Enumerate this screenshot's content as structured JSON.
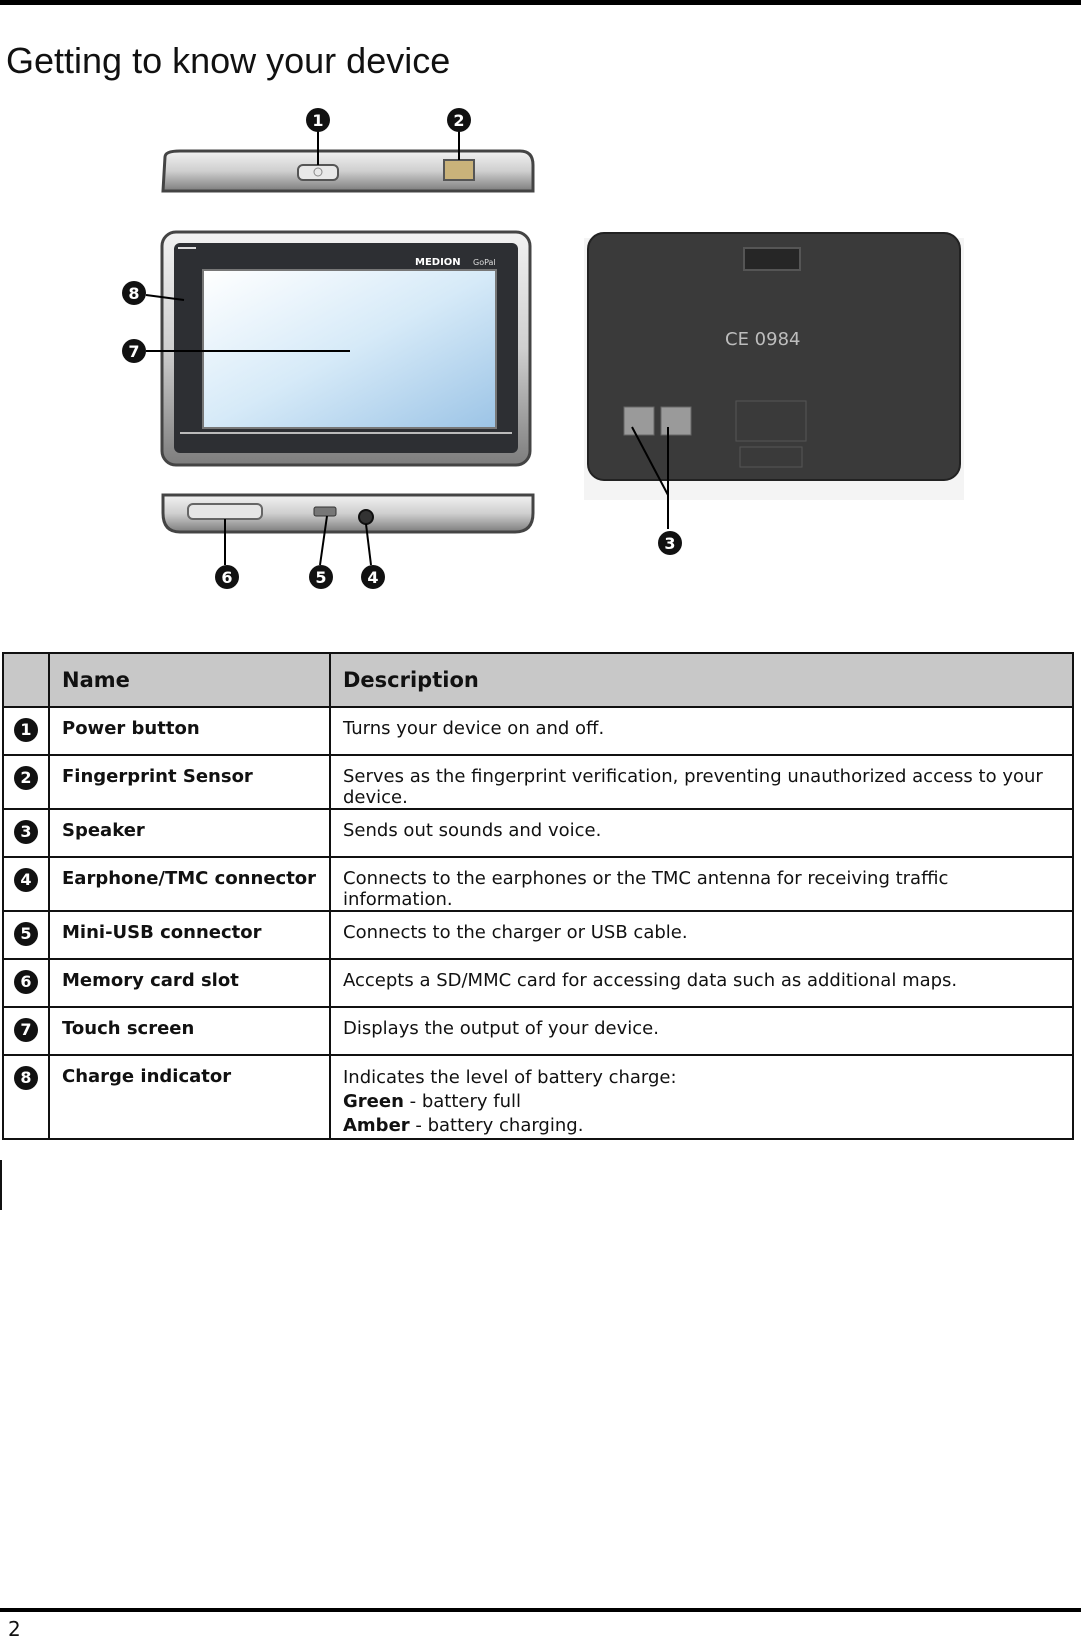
{
  "page": {
    "title": "Getting to know your device",
    "page_number": "2"
  },
  "figure": {
    "front_logo": "MEDION",
    "front_logo_sub": "GoPal",
    "back_certification": "CE 0984",
    "callouts": [
      "1",
      "2",
      "3",
      "4",
      "5",
      "6",
      "7",
      "8"
    ]
  },
  "table": {
    "headers": {
      "name": "Name",
      "description": "Description"
    },
    "rows": [
      {
        "num": "1",
        "name": "Power button",
        "description": "Turns your device on and off."
      },
      {
        "num": "2",
        "name": "Fingerprint Sensor",
        "description": "Serves as the fingerprint verification, preventing unauthorized access to your device."
      },
      {
        "num": "3",
        "name": "Speaker",
        "description": "Sends out sounds and voice."
      },
      {
        "num": "4",
        "name": "Earphone/TMC connector",
        "description": "Connects to the earphones or the TMC antenna for receiving traffic information."
      },
      {
        "num": "5",
        "name": "Mini-USB connector",
        "description": "Connects to the charger or USB cable."
      },
      {
        "num": "6",
        "name": "Memory card slot",
        "description": "Accepts a SD/MMC card for accessing data such as additional maps."
      },
      {
        "num": "7",
        "name": "Touch screen",
        "description": "Displays the output of your device."
      },
      {
        "num": "8",
        "name": "Charge indicator",
        "description": "Indicates the level of battery charge:",
        "states": [
          {
            "label": "Green",
            "text": " - battery full"
          },
          {
            "label": "Amber",
            "text": " - battery charging."
          }
        ]
      }
    ]
  }
}
